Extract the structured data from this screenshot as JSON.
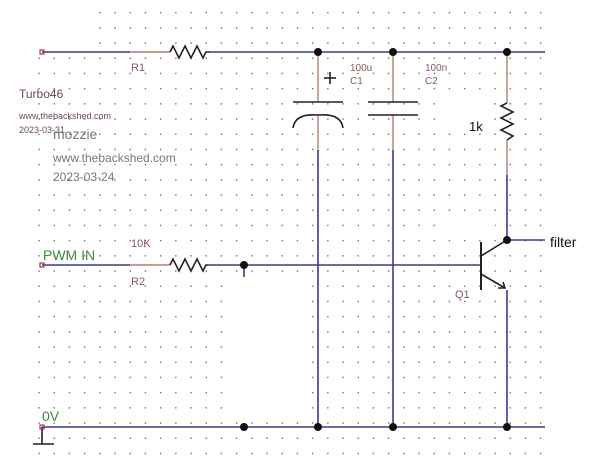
{
  "nets": {
    "pwm_in": "PWM IN",
    "ground": "0V",
    "output": "filter"
  },
  "components": {
    "r1": {
      "ref": "R1"
    },
    "r2": {
      "ref": "R2",
      "value": "10K"
    },
    "c1": {
      "ref": "C1",
      "value": "100u"
    },
    "c2": {
      "ref": "C2",
      "value": "100n"
    },
    "r3": {
      "value": "1k"
    },
    "q1": {
      "ref": "Q1"
    }
  },
  "credits": {
    "a_name": "Turbo46",
    "a_site": "www.thebackshed.com",
    "a_date": "2023-03-31",
    "b_name": "mozzie",
    "b_site": "www.thebackshed.com",
    "b_date": "2023-03-24"
  },
  "colors": {
    "wire": "#3a3a8c",
    "lead": "#b08070",
    "label": "#8a5a5a",
    "net_label": "#3a8a3a"
  }
}
